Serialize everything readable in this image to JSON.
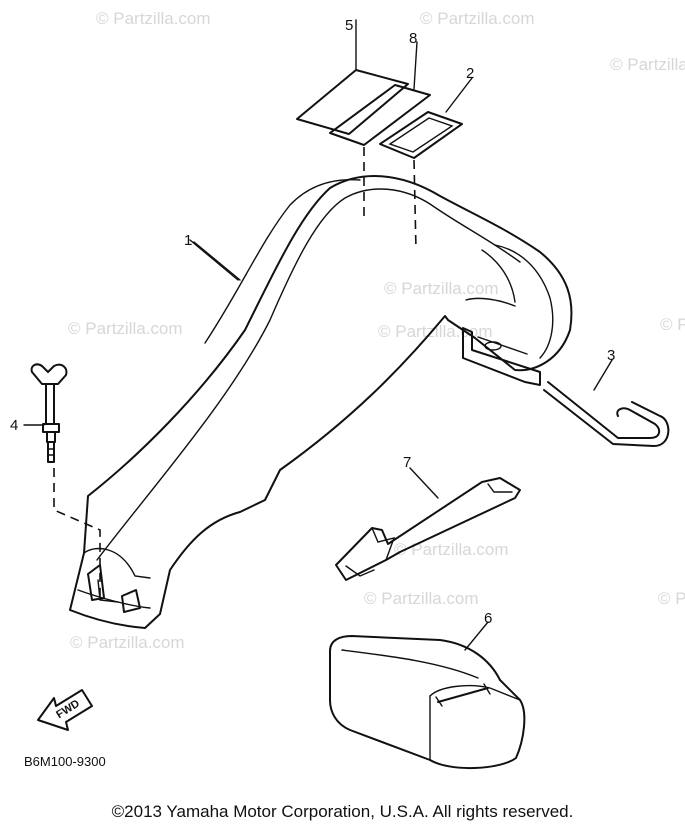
{
  "watermarks": [
    "© Partzilla.com",
    "© Partzilla.com",
    "© Partzilla.com",
    "© Partzilla.com",
    "© Partzilla.com",
    "© Partzilla.com",
    "© Partzilla.com",
    "© Partzilla.com",
    "© Partzilla.com",
    "© Partzilla.com",
    "© Partzilla.com"
  ],
  "callouts": {
    "p1": "1",
    "p2": "2",
    "p3": "3",
    "p4": "4",
    "p5": "5",
    "p6": "6",
    "p7": "7",
    "p8": "8"
  },
  "fwd_arrow_label": "FWD",
  "diagram_code": "B6M100-9300",
  "copyright": "©2013 Yamaha Motor Corporation, U.S.A. All rights reserved."
}
